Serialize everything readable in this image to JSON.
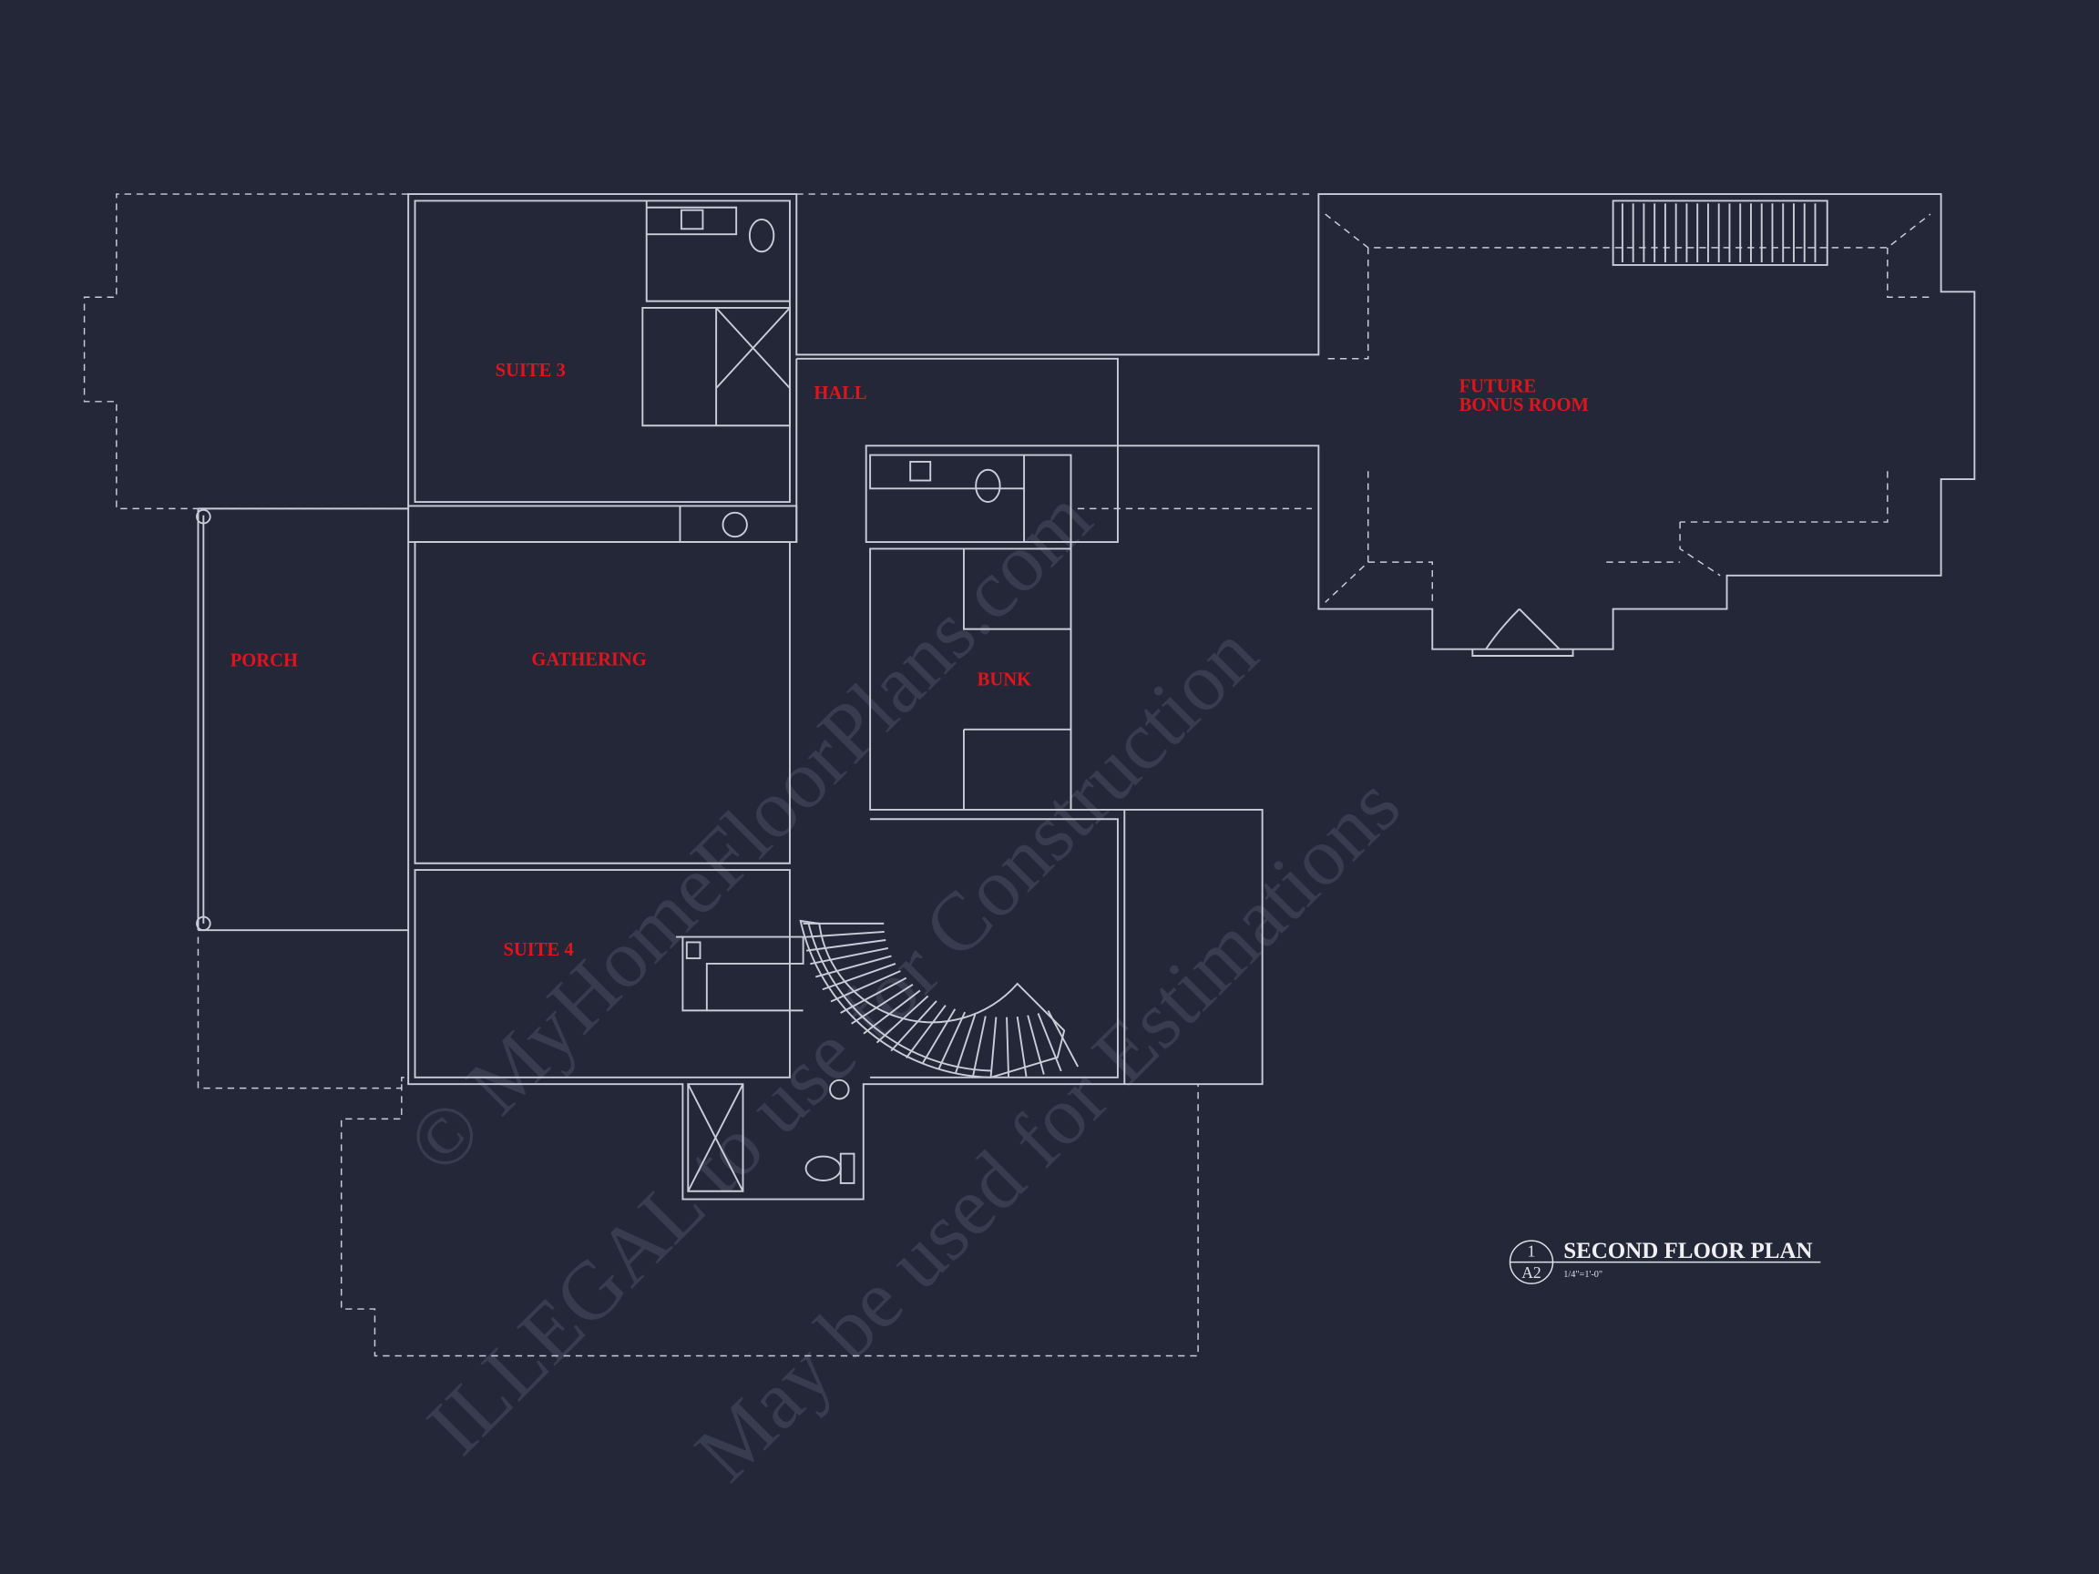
{
  "rooms": {
    "suite3": "SUITE 3",
    "hall": "HALL",
    "future_line1": "FUTURE",
    "future_line2": "BONUS ROOM",
    "porch": "PORCH",
    "gathering": "GATHERING",
    "bunk": "BUNK",
    "suite4": "SUITE 4"
  },
  "title_block": {
    "title": "SECOND FLOOR PLAN",
    "scale": "1/4\"=1'-0\"",
    "drawing_number": "1",
    "sheet": "A2"
  },
  "watermark": {
    "line1": "© MyHomeFloorPlans.com",
    "line2": "ILLEGAL to use for Construction",
    "line3": "May be used for Estimations"
  },
  "colors": {
    "background": "#232738",
    "lines": "#c9cdd8",
    "labels": "#e0141c"
  }
}
